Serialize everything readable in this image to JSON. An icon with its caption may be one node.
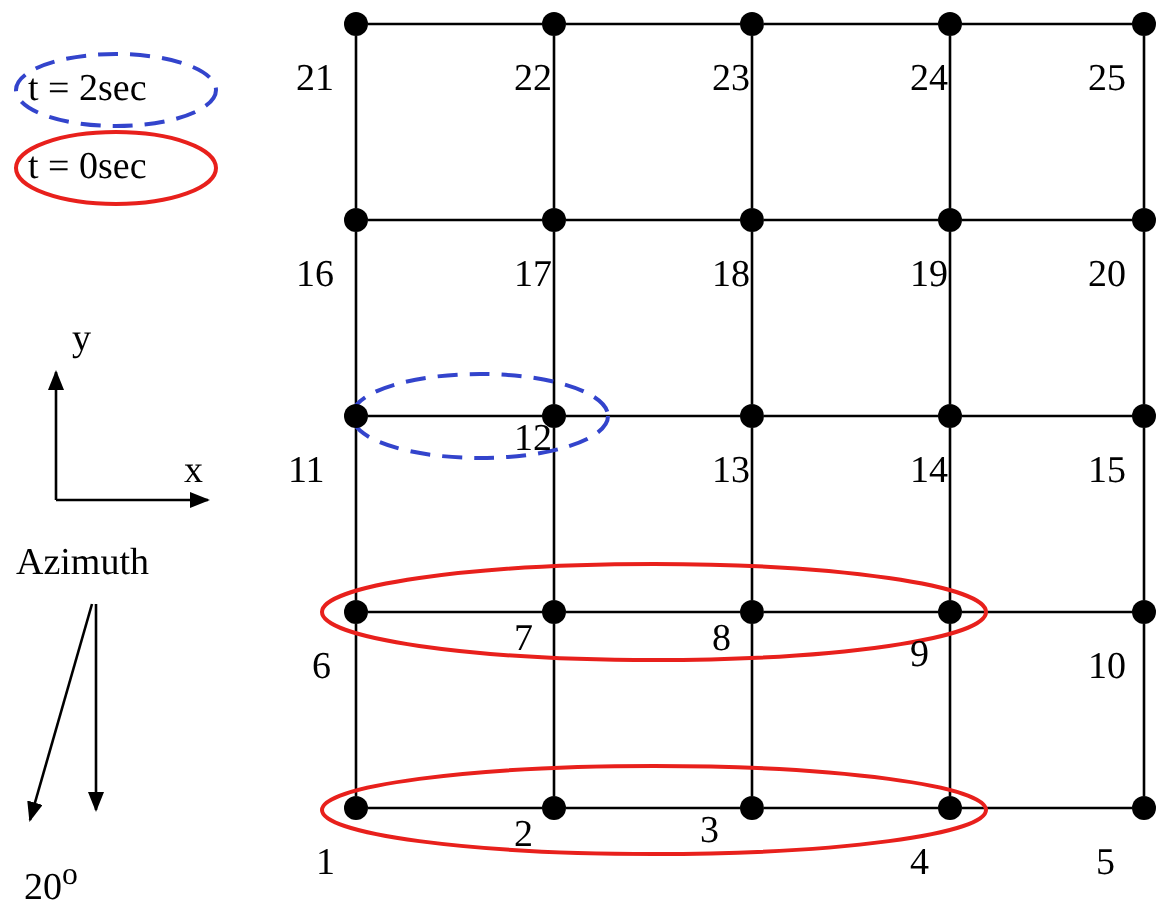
{
  "diagram": {
    "nodes": [
      {
        "text": [],
        "shape": "circle",
        "beside": [
          "21"
        ]
      },
      {
        "text": [],
        "shape": "circle",
        "beside": [
          "22"
        ]
      },
      {
        "text": [],
        "shape": "circle",
        "beside": [
          "23"
        ]
      },
      {
        "text": [],
        "shape": "circle",
        "beside": [
          "24"
        ]
      },
      {
        "text": [],
        "shape": "circle",
        "beside": [
          "25"
        ]
      },
      {
        "text": [],
        "shape": "circle",
        "beside": [
          "16"
        ]
      },
      {
        "text": [],
        "shape": "circle",
        "beside": [
          "17"
        ]
      },
      {
        "text": [],
        "shape": "circle",
        "beside": [
          "18"
        ]
      },
      {
        "text": [],
        "shape": "circle",
        "beside": [
          "19"
        ]
      },
      {
        "text": [],
        "shape": "circle",
        "beside": [
          "20"
        ]
      },
      {
        "text": [],
        "shape": "circle",
        "beside": [
          "11"
        ]
      },
      {
        "text": [],
        "shape": "circle",
        "beside": [
          "12"
        ]
      },
      {
        "text": [],
        "shape": "circle",
        "beside": [
          "13"
        ]
      },
      {
        "text": [],
        "shape": "circle",
        "beside": [
          "14"
        ]
      },
      {
        "text": [],
        "shape": "circle",
        "beside": [
          "15"
        ]
      },
      {
        "text": [],
        "shape": "circle",
        "beside": [
          "6"
        ]
      },
      {
        "text": [],
        "shape": "circle",
        "beside": [
          "7"
        ]
      },
      {
        "text": [],
        "shape": "circle",
        "beside": [
          "8"
        ]
      },
      {
        "text": [],
        "shape": "circle",
        "beside": [
          "9"
        ]
      },
      {
        "text": [],
        "shape": "circle",
        "beside": [
          "10"
        ]
      },
      {
        "text": [],
        "shape": "circle",
        "beside": [
          "1"
        ]
      },
      {
        "text": [],
        "shape": "circle",
        "beside": [
          "2"
        ]
      },
      {
        "text": [],
        "shape": "circle",
        "beside": [
          "3"
        ]
      },
      {
        "text": [],
        "shape": "circle",
        "beside": [
          "4"
        ]
      },
      {
        "text": [],
        "shape": "circle",
        "beside": [
          "5"
        ]
      }
    ],
    "edges": [
      {
        "from": 0,
        "to": 1,
        "arrow": "none"
      },
      {
        "from": 1,
        "to": 2,
        "arrow": "none"
      },
      {
        "from": 2,
        "to": 3,
        "arrow": "none"
      },
      {
        "from": 3,
        "to": 4,
        "arrow": "none"
      },
      {
        "from": 5,
        "to": 6,
        "arrow": "none"
      },
      {
        "from": 6,
        "to": 7,
        "arrow": "none"
      },
      {
        "from": 7,
        "to": 8,
        "arrow": "none"
      },
      {
        "from": 8,
        "to": 9,
        "arrow": "none"
      },
      {
        "from": 10,
        "to": 11,
        "arrow": "none"
      },
      {
        "from": 11,
        "to": 12,
        "arrow": "none"
      },
      {
        "from": 12,
        "to": 13,
        "arrow": "none"
      },
      {
        "from": 13,
        "to": 14,
        "arrow": "none"
      },
      {
        "from": 15,
        "to": 16,
        "arrow": "none"
      },
      {
        "from": 16,
        "to": 17,
        "arrow": "none"
      },
      {
        "from": 17,
        "to": 18,
        "arrow": "none"
      },
      {
        "from": 18,
        "to": 19,
        "arrow": "none"
      },
      {
        "from": 20,
        "to": 21,
        "arrow": "none"
      },
      {
        "from": 21,
        "to": 22,
        "arrow": "none"
      },
      {
        "from": 22,
        "to": 23,
        "arrow": "none"
      },
      {
        "from": 23,
        "to": 24,
        "arrow": "none"
      },
      {
        "from": 0,
        "to": 5,
        "arrow": "none"
      },
      {
        "from": 5,
        "to": 10,
        "arrow": "none"
      },
      {
        "from": 10,
        "to": 15,
        "arrow": "none"
      },
      {
        "from": 15,
        "to": 20,
        "arrow": "none"
      },
      {
        "from": 1,
        "to": 6,
        "arrow": "none"
      },
      {
        "from": 6,
        "to": 11,
        "arrow": "none"
      },
      {
        "from": 11,
        "to": 16,
        "arrow": "none"
      },
      {
        "from": 16,
        "to": 21,
        "arrow": "none"
      },
      {
        "from": 2,
        "to": 7,
        "arrow": "none"
      },
      {
        "from": 7,
        "to": 12,
        "arrow": "none"
      },
      {
        "from": 12,
        "to": 17,
        "arrow": "none"
      },
      {
        "from": 17,
        "to": 22,
        "arrow": "none"
      },
      {
        "from": 3,
        "to": 8,
        "arrow": "none"
      },
      {
        "from": 8,
        "to": 13,
        "arrow": "none"
      },
      {
        "from": 13,
        "to": 18,
        "arrow": "none"
      },
      {
        "from": 18,
        "to": 23,
        "arrow": "none"
      },
      {
        "from": 4,
        "to": 9,
        "arrow": "none"
      },
      {
        "from": 9,
        "to": 14,
        "arrow": "none"
      },
      {
        "from": 14,
        "to": 19,
        "arrow": "none"
      },
      {
        "from": 19,
        "to": 24,
        "arrow": "none"
      }
    ],
    "labels": [
      "y",
      "x",
      "Azimuth",
      "20$^{o}$"
    ],
    "legend": [
      {
        "text": "t = 2sec"
      },
      {
        "text": "t = 0sec"
      }
    ]
  }
}
